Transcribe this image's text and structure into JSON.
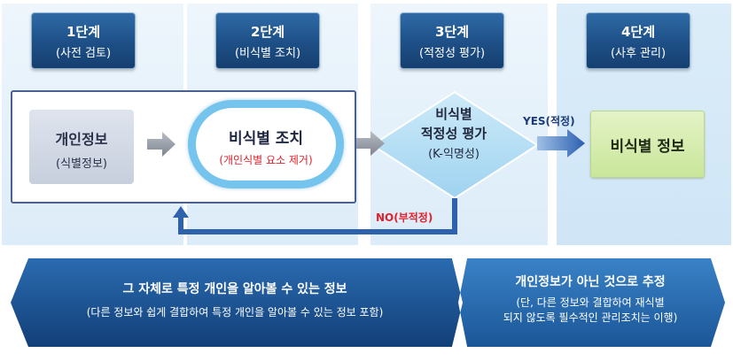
{
  "stages": [
    {
      "step": "1단계",
      "name": "(사전 검토)"
    },
    {
      "step": "2단계",
      "name": "(비식별 조치)"
    },
    {
      "step": "3단계",
      "name": "(적정성 평가)"
    },
    {
      "step": "4단계",
      "name": "(사후 관리)"
    }
  ],
  "personal_info": {
    "title": "개인정보",
    "sub": "(식별정보)"
  },
  "deidentify": {
    "title": "비식별 조치",
    "sub": "(개인식별 요소 제거)"
  },
  "assessment": {
    "line1": "비식별",
    "line2": "적정성 평가",
    "line3": "(K-익명성)"
  },
  "yes_label": "YES(적정)",
  "no_label": "NO(부적정)",
  "result": {
    "title": "비식별 정보"
  },
  "bottom_left": {
    "title": "그 자체로 특정 개인을 알아볼 수 있는 정보",
    "sub": "(다른 정보와 쉽게 결합하여 특정 개인을 알아볼 수 있는 정보 포함)"
  },
  "bottom_right": {
    "title": "개인정보가 아닌 것으로 추정",
    "sub1": "(단, 다른 정보와 결합하여 재식별",
    "sub2": "되지 않도록 필수적인 관리조치는 이행)"
  },
  "colors": {
    "stage_blue": "#1d4f86",
    "ring": "#74c4ee",
    "red_text": "#e0202a",
    "result_green": "#c9e69a",
    "banner_blue": "#1f4f8f"
  }
}
